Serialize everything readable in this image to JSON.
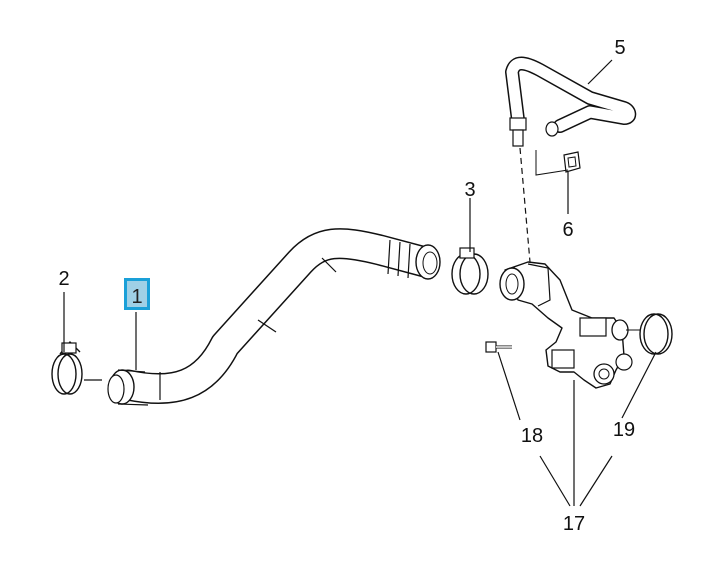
{
  "diagram": {
    "highlight_color": "#1aa0d8",
    "highlight_fill": "#9fd0e6",
    "line_color": "#111111",
    "callouts": {
      "c1": "1",
      "c2": "2",
      "c3": "3",
      "c5": "5",
      "c6": "6",
      "c17": "17",
      "c18": "18",
      "c19": "19"
    },
    "selected_part": "1"
  }
}
